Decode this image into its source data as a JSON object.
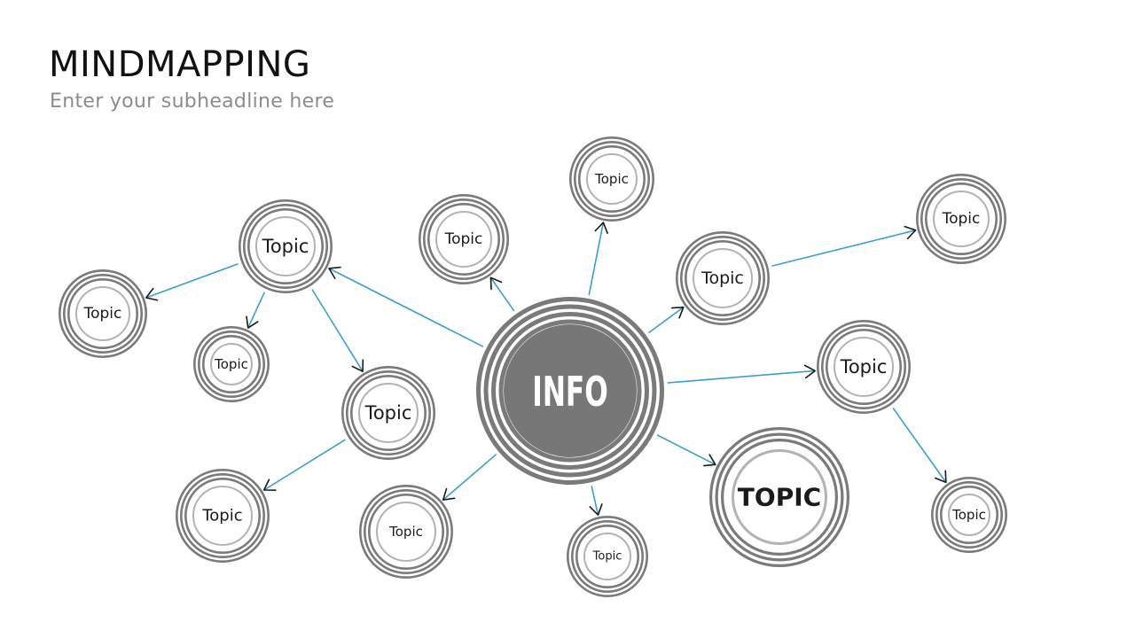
{
  "header": {
    "title": "MINDMAPPING",
    "subtitle": "Enter your subheadline here"
  },
  "colors": {
    "connector": "#3a9fd0",
    "ring": "#7a7a7a",
    "ring_light": "#b3b3b3",
    "center_fill": "#777777"
  },
  "center": {
    "label": "INFO"
  },
  "nodes": [
    {
      "id": "n1",
      "label": "Topic"
    },
    {
      "id": "n2",
      "label": "Topic"
    },
    {
      "id": "n3",
      "label": "Topic"
    },
    {
      "id": "n4",
      "label": "Topic"
    },
    {
      "id": "n5",
      "label": "Topic"
    },
    {
      "id": "n6",
      "label": "Topic"
    },
    {
      "id": "n7",
      "label": "Topic"
    },
    {
      "id": "n8",
      "label": "Topic"
    },
    {
      "id": "n9",
      "label": "Topic"
    },
    {
      "id": "n10",
      "label": "Topic"
    },
    {
      "id": "n11",
      "label": "Topic"
    },
    {
      "id": "n12",
      "label": "Topic"
    },
    {
      "id": "n13",
      "label": "Topic"
    },
    {
      "id": "n14",
      "label": "TOPIC"
    }
  ],
  "connections": [
    {
      "from": "center",
      "to": "n4"
    },
    {
      "from": "center",
      "to": "n1"
    },
    {
      "from": "center",
      "to": "n5"
    },
    {
      "from": "center",
      "to": "n6"
    },
    {
      "from": "center",
      "to": "n10"
    },
    {
      "from": "center",
      "to": "n14"
    },
    {
      "from": "center",
      "to": "n13"
    },
    {
      "from": "center",
      "to": "n12"
    },
    {
      "from": "n1",
      "to": "n2"
    },
    {
      "from": "n1",
      "to": "n3"
    },
    {
      "from": "n1",
      "to": "n9"
    },
    {
      "from": "n9",
      "to": "n11"
    },
    {
      "from": "n6",
      "to": "n7"
    },
    {
      "from": "n10",
      "to": "n8"
    }
  ]
}
